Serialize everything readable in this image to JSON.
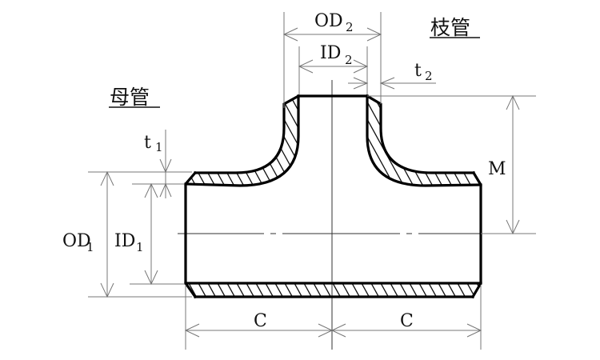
{
  "diagram": {
    "title": "Tee fitting dimensions",
    "labels": {
      "branch_pipe": "枝管",
      "main_pipe": "母管",
      "od2": "OD",
      "od2_sub": "2",
      "id2": "ID",
      "id2_sub": "2",
      "t2": "t",
      "t2_sub": "2",
      "t1": "t",
      "t1_sub": "1",
      "od1": "OD",
      "od1_sub": "1",
      "id1": "ID",
      "id1_sub": "1",
      "m": "M",
      "c_left": "C",
      "c_right": "C"
    }
  }
}
